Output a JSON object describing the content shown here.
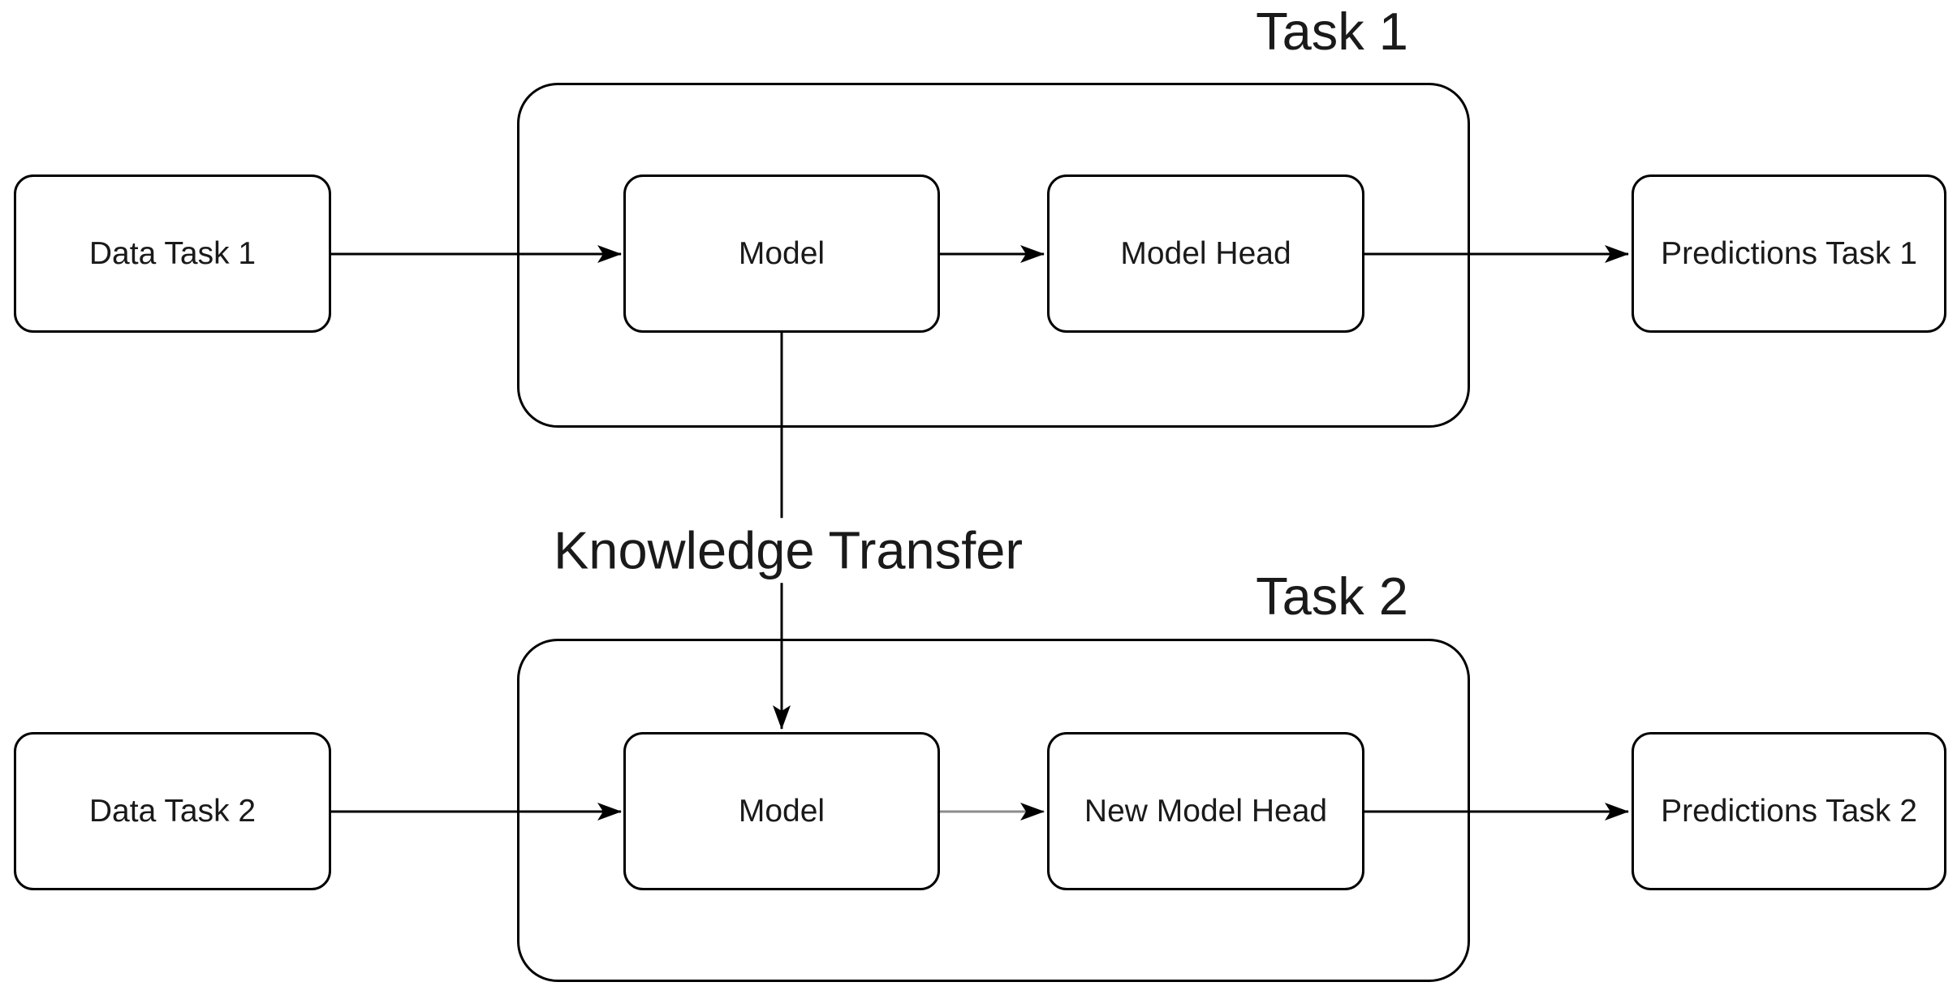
{
  "diagram": {
    "groups": [
      {
        "id": "task-1",
        "label": "Task 1"
      },
      {
        "id": "task-2",
        "label": "Task 2"
      }
    ],
    "nodes": {
      "data_task_1": "Data Task 1",
      "model_task_1": "Model",
      "model_head_task_1": "Model Head",
      "predictions_task_1": "Predictions Task 1",
      "data_task_2": "Data Task 2",
      "model_task_2": "Model",
      "new_model_head_task_2": "New Model Head",
      "predictions_task_2": "Predictions Task 2"
    },
    "labels": {
      "knowledge_transfer": "Knowledge Transfer"
    },
    "edges": [
      {
        "from": "Data Task 1",
        "to": "Model",
        "group": "Task 1"
      },
      {
        "from": "Model",
        "to": "Model Head",
        "group": "Task 1"
      },
      {
        "from": "Model Head",
        "to": "Predictions Task 1",
        "group": "Task 1"
      },
      {
        "from": "Model (Task 1)",
        "to": "Model (Task 2)",
        "label": "Knowledge Transfer"
      },
      {
        "from": "Data Task 2",
        "to": "Model",
        "group": "Task 2"
      },
      {
        "from": "Model",
        "to": "New Model Head",
        "group": "Task 2",
        "muted": true
      },
      {
        "from": "New Model Head",
        "to": "Predictions Task 2",
        "group": "Task 2"
      }
    ],
    "colors": {
      "stroke": "#000000",
      "text": "#1a1a1a",
      "muted_edge": "#8c8c8c",
      "background": "#ffffff"
    }
  }
}
